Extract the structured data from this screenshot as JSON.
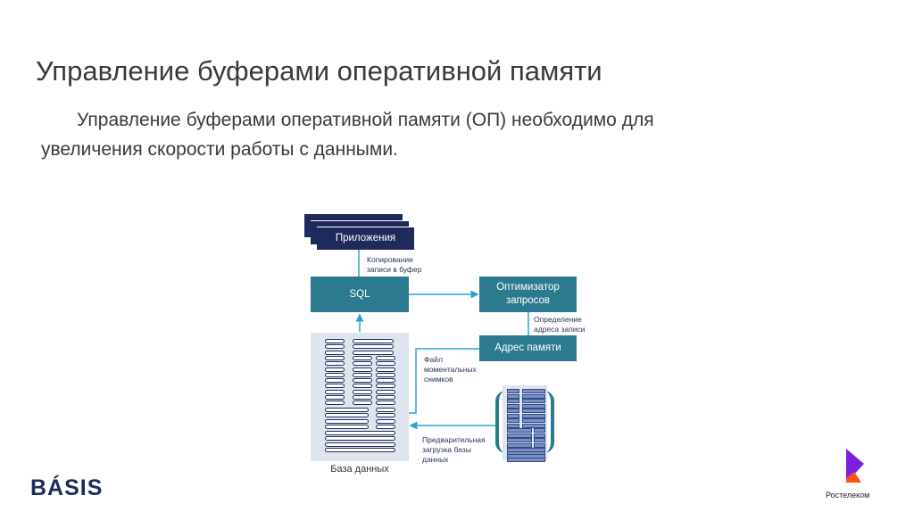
{
  "slide": {
    "title": "Управление буферами оперативной памяти",
    "body_line1": "Управление буферами оперативной памяти (ОП) необходимо для",
    "body_line2": "увеличения скорости работы с данными."
  },
  "diagram": {
    "applications": "Приложения",
    "copy_label_1": "Копирование",
    "copy_label_2": "записи в буфер",
    "sql": "SQL",
    "optimizer_1": "Оптимизатор",
    "optimizer_2": "запросов",
    "address_def_1": "Определение",
    "address_def_2": "адреса записи",
    "memory_address": "Адрес памяти",
    "snapshot_1": "Файл",
    "snapshot_2": "моментальных",
    "snapshot_3": "снимков",
    "preload_1": "Предварительная",
    "preload_2": "загрузка базы",
    "preload_3": "данных",
    "database": "База данных"
  },
  "logos": {
    "left": "BÁSIS",
    "right": "Ростелеком"
  },
  "colors": {
    "navy": "#1f2a5c",
    "teal": "#2c7a8e",
    "arrow": "#29a3d6",
    "panel": "#dfe5ee"
  }
}
